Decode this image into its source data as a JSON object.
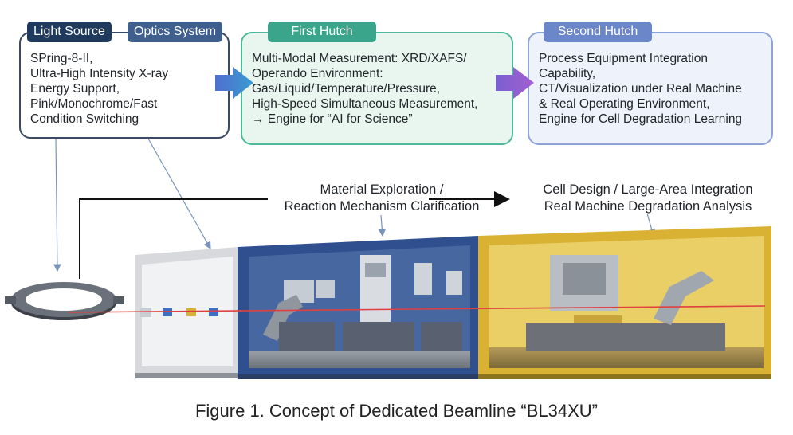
{
  "light_source": {
    "tag_left": "Light Source",
    "tag_right": "Optics System",
    "lines": [
      "SPring-8-II,",
      "Ultra-High Intensity X-ray",
      "Energy Support,",
      "Pink/Monochrome/Fast",
      "Condition Switching"
    ]
  },
  "first_hutch": {
    "tag": "First Hutch",
    "lines": [
      "Multi-Modal Measurement: XRD/XAFS/",
      "Operando Environment:",
      "Gas/Liquid/Temperature/Pressure,",
      "High-Speed Simultaneous Measurement,",
      "→ Engine for “AI for Science”"
    ]
  },
  "second_hutch": {
    "tag": "Second Hutch",
    "lines": [
      "Process Equipment Integration",
      "Capability,",
      "CT/Visualization under Real Machine",
      "& Real Operating Environment,",
      "Engine for Cell Degradation Learning"
    ]
  },
  "stage_labels": {
    "first_line1": "Material Exploration /",
    "first_line2": "Reaction Mechanism Clarification",
    "second_line1": "Cell Design / Large-Area Integration",
    "second_line2": "Real Machine Degradation Analysis"
  },
  "caption": "Figure 1. Concept of Dedicated Beamline “BL34XU”",
  "colors": {
    "light_source_tag": "#1f3a5c",
    "optics_tag": "#3f5f8f",
    "first_hutch_tag": "#3aa58a",
    "first_hutch_border": "#4fb89a",
    "first_hutch_fill": "#e8f6ef",
    "second_hutch_tag": "#6b86c9",
    "second_hutch_border": "#8ea3d6",
    "second_hutch_fill": "#eef2fb",
    "hutch1_wall": "#2f4f8f",
    "hutch2_wall": "#d9b233",
    "beam": "#e04040"
  }
}
